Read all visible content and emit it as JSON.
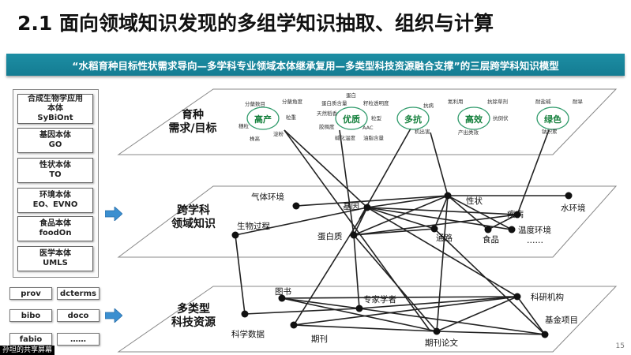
{
  "title": "2.1 面向领域知识发现的多组学知识抽取、组织与计算",
  "banner": "“水稻育种目标性状需求导向—多学科专业领域本体继承复用—多类型科技资源融合支撑”的三层跨学科知识模型",
  "ontologies": [
    {
      "lines": [
        "合成生物学应用",
        "本体",
        "SyBiOnt"
      ]
    },
    {
      "lines": [
        "基因本体",
        "GO"
      ]
    },
    {
      "lines": [
        "性状本体",
        "TO"
      ]
    },
    {
      "lines": [
        "环境本体",
        "EO、EVNO"
      ]
    },
    {
      "lines": [
        "食品本体",
        "foodOn"
      ]
    },
    {
      "lines": [
        "医学本体",
        "UMLS"
      ]
    }
  ],
  "standards": [
    "prov",
    "dcterms",
    "bibo",
    "doco",
    "fabio",
    "……"
  ],
  "layers": {
    "top": {
      "label": [
        "育种",
        "需求/目标"
      ],
      "clusters": [
        "高产",
        "优质",
        "多抗",
        "高效",
        "绿色"
      ],
      "small_terms": [
        "分蘖数目",
        "分蘖角度",
        "蛋白",
        "蛋白质含量",
        "籽粒透明度",
        "抗病",
        "氮利用",
        "抗除草剂",
        "耐盐碱",
        "耐旱",
        "穗粒",
        "粒重",
        "天然稻香",
        "粒型",
        "机出害",
        "产出类效",
        "抗倒伏",
        "钠积累",
        "胶稠度",
        "AAC",
        "碱化温度",
        "油脂含量",
        "株高",
        "淀粉"
      ]
    },
    "middle": {
      "label": [
        "跨学科",
        "领域知识"
      ],
      "nodes": [
        "气体环境",
        "基因",
        "性状",
        "水环境",
        "疾病",
        "生物过程",
        "蛋白质",
        "通路",
        "食品",
        "温度环境",
        "……"
      ]
    },
    "bottom": {
      "label": [
        "多类型",
        "科技资源"
      ],
      "nodes": [
        "图书",
        "专家学者",
        "科研机构",
        "科学数据",
        "期刊",
        "期刊论文",
        "基金项目"
      ]
    }
  },
  "page_number": "15",
  "screen_share": "孙坦的共享屏幕",
  "colors": {
    "banner": "#1a88a0",
    "arrow": "#2f86c8",
    "cluster_ring": "#2e9a6a",
    "cluster_text": "#14803c"
  }
}
